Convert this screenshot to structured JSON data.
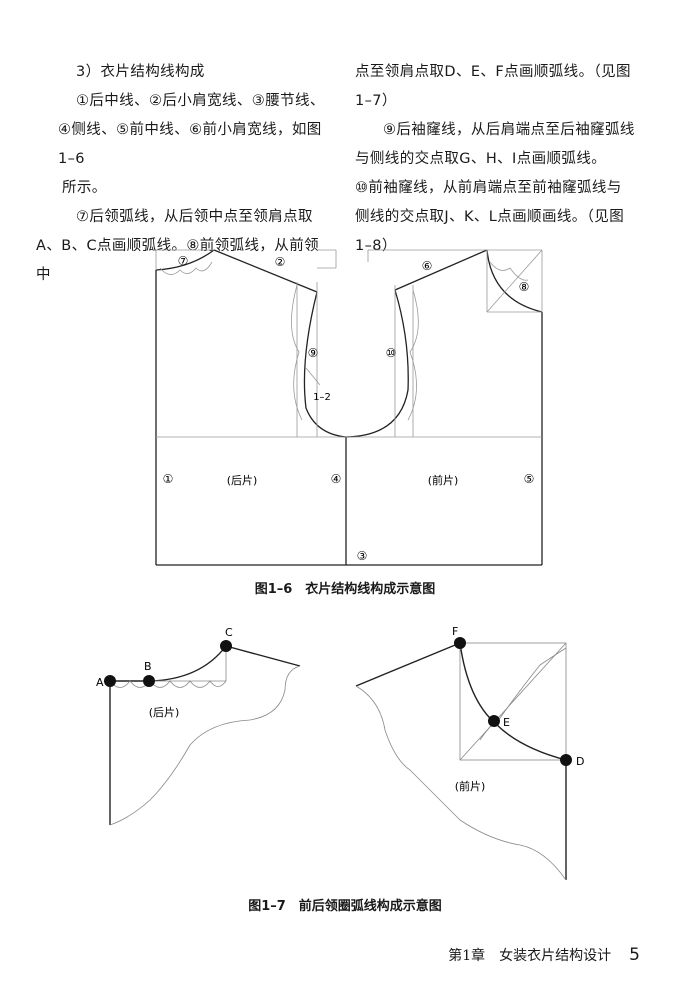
{
  "left_column": [
    "3）衣片结构线构成",
    "①后中线、②后小肩宽线、③腰节线、",
    "④侧线、⑤前中线、⑥前小肩宽线，如图1–6",
    "所示。",
    "⑦后领弧线，从后领中点至领肩点取",
    "A、B、C点画顺弧线。⑧前领弧线，从前领中"
  ],
  "right_column": [
    "点至领肩点取D、E、F点画顺弧线。（见图1–7）",
    "⑨后袖窿线，从后肩端点至后袖窿弧线",
    "与侧线的交点取G、H、I点画顺弧线。",
    "⑩前袖窿线，从前肩端点至前袖窿弧线与",
    "侧线的交点取J、K、L点画顺画线。（见图",
    "1–8）"
  ],
  "figure1": {
    "markers": [
      "⑦",
      "②",
      "⑥",
      "⑧",
      "⑨",
      "⑩",
      "①",
      "④",
      "⑤",
      "③"
    ],
    "label_back": "(后片)",
    "label_front": "(前片)",
    "annotation": "1–2",
    "caption": "图1–6　衣片结构线构成示意图"
  },
  "figure2": {
    "points": [
      "A",
      "B",
      "C",
      "D",
      "E",
      "F"
    ],
    "label_back": "(后片)",
    "label_front": "(前片)",
    "caption": "图1–7　前后领圈弧线构成示意图"
  },
  "footer": {
    "chapter": "第1章　女装衣片结构设计",
    "page": "5"
  }
}
